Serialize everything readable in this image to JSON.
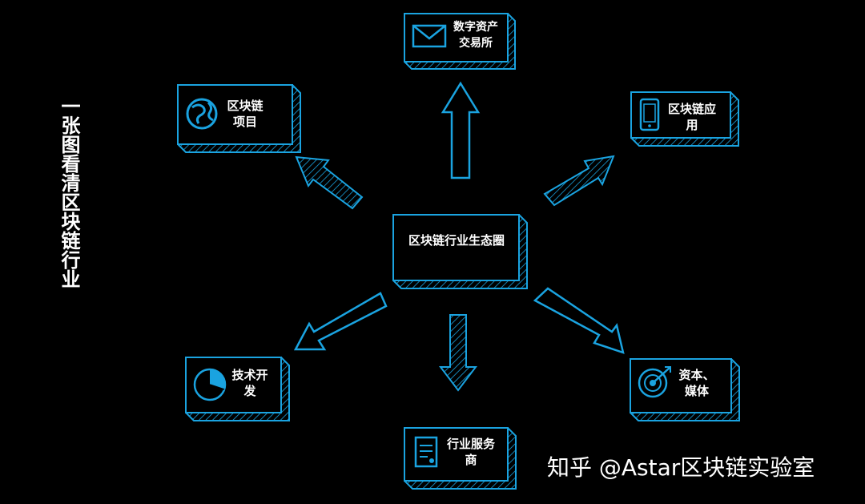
{
  "title": "一张图看清区块链行业",
  "center": {
    "label": "区块链行业生态圈"
  },
  "nodes": {
    "exchange": {
      "label": "数字资产交易所",
      "icon": "envelope-icon"
    },
    "projects": {
      "label": "区块链项目",
      "icon": "globe-icon"
    },
    "apps": {
      "label": "区块链应用",
      "icon": "phone-icon"
    },
    "tech": {
      "label": "技术开发",
      "icon": "pie-chart-icon"
    },
    "services": {
      "label": "行业服务商",
      "icon": "document-icon"
    },
    "capital": {
      "label": "资本、媒体",
      "icon": "target-icon"
    }
  },
  "watermark": "知乎 @Astar区块链实验室",
  "colors": {
    "accent": "#1aa3e0",
    "background": "#000000",
    "text": "#ffffff"
  }
}
